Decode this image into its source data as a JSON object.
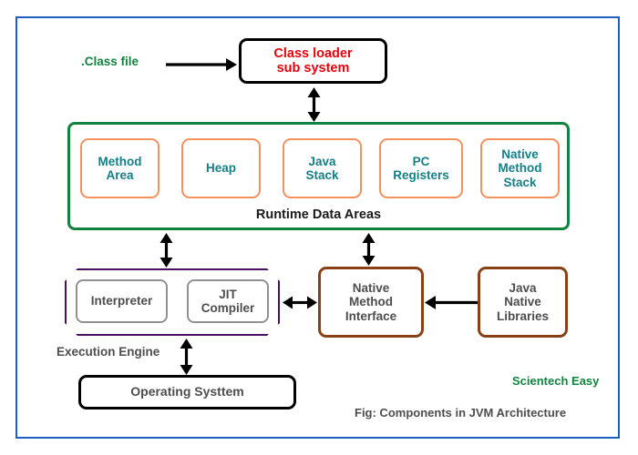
{
  "figure": {
    "caption": "Fig: Components in JVM Architecture",
    "brand": "Scientech Easy",
    "outer_frame_color": "#1c5fbe"
  },
  "input": {
    "class_file_label": ".Class file",
    "class_file_color": "#11833f",
    "arrow_to_classloader": "right-arrow"
  },
  "class_loader": {
    "line1": "Class loader",
    "line2": "sub system",
    "text_color": "#e8000d",
    "border_color": "#000000"
  },
  "runtime_data_areas": {
    "label": "Runtime Data Areas",
    "border_color": "#11833f",
    "cell_border_color": "#f4915e",
    "cell_text_color": "#157f87",
    "cells": [
      {
        "name": "method-area",
        "lines": [
          "Method",
          "Area"
        ]
      },
      {
        "name": "heap",
        "lines": [
          "Heap"
        ]
      },
      {
        "name": "java-stack",
        "lines": [
          "Java",
          "Stack"
        ]
      },
      {
        "name": "pc-registers",
        "lines": [
          "PC",
          "Registers"
        ]
      },
      {
        "name": "native-method-stack",
        "lines": [
          "Native",
          "Method",
          "Stack"
        ]
      }
    ]
  },
  "execution_engine": {
    "label": "Execution Engine",
    "border_color": "#4b1060",
    "inner_border_color": "#919191",
    "text_color": "#4d4d4d",
    "components": [
      {
        "name": "interpreter",
        "lines": [
          "Interpreter"
        ]
      },
      {
        "name": "jit-compiler",
        "lines": [
          "JIT",
          "Compiler"
        ]
      }
    ]
  },
  "native_method_interface": {
    "lines": [
      "Native",
      "Method",
      "Interface"
    ],
    "border_color": "#8a4014",
    "text_color": "#4d4d4d"
  },
  "java_native_libraries": {
    "lines": [
      "Java",
      "Native",
      "Libraries"
    ],
    "border_color": "#8a4014",
    "text_color": "#4d4d4d"
  },
  "operating_system": {
    "label": "Operating Systtem",
    "border_color": "#000000",
    "text_color": "#4d4d4d"
  },
  "connectors": [
    {
      "name": "classfile-to-classloader",
      "type": "single-right"
    },
    {
      "name": "classloader-to-runtime",
      "type": "double-vertical"
    },
    {
      "name": "runtime-to-execution-engine",
      "type": "double-vertical"
    },
    {
      "name": "runtime-to-native-method-interface",
      "type": "double-vertical"
    },
    {
      "name": "execution-engine-to-native-method-interface",
      "type": "double-horizontal"
    },
    {
      "name": "java-native-libraries-to-native-method-interface",
      "type": "single-left"
    },
    {
      "name": "execution-engine-to-operating-system",
      "type": "double-vertical"
    }
  ]
}
